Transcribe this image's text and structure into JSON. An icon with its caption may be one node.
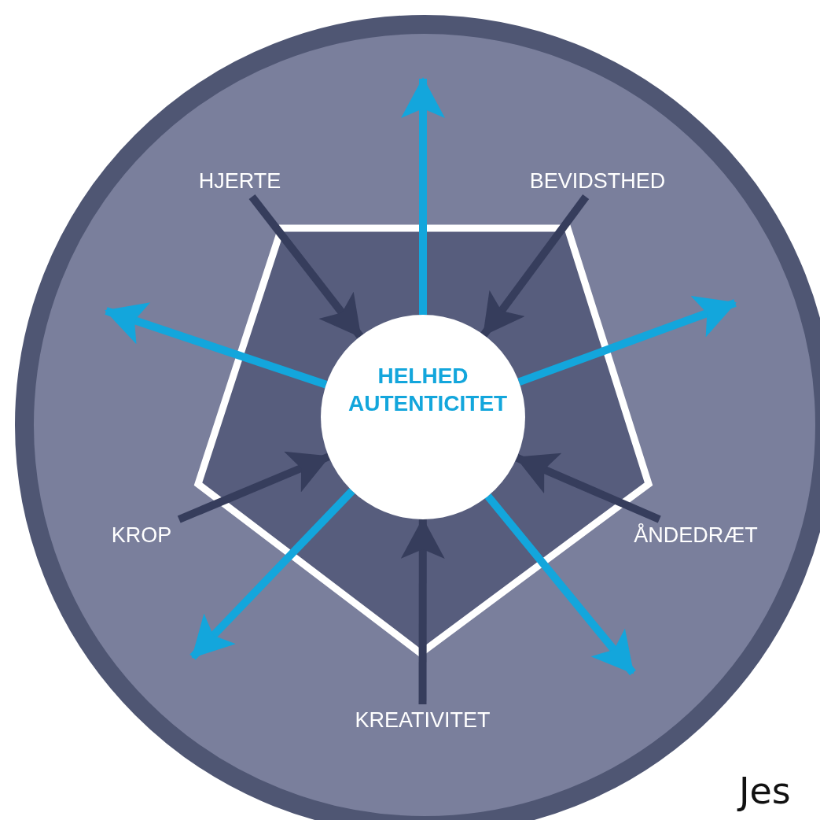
{
  "diagram": {
    "nodes": [
      {
        "text": [
          "HELHED AUTENTICITET"
        ]
      },
      {
        "text": [
          "HJERTE"
        ]
      },
      {
        "text": [
          "BEVIDSTHED"
        ]
      },
      {
        "text": [
          "KROP"
        ]
      },
      {
        "text": [
          "ÅNDEDRÆT"
        ]
      },
      {
        "text": [
          "KREATIVITET"
        ]
      }
    ],
    "edges": [
      {
        "from": 1,
        "to": 0,
        "arrow": "to",
        "color": "#363d5c"
      },
      {
        "from": 2,
        "to": 0,
        "arrow": "to",
        "color": "#363d5c"
      },
      {
        "from": 3,
        "to": 0,
        "arrow": "to",
        "color": "#363d5c"
      },
      {
        "from": 4,
        "to": 0,
        "arrow": "to",
        "color": "#363d5c"
      },
      {
        "from": 5,
        "to": 0,
        "arrow": "to",
        "color": "#363d5c"
      },
      {
        "from": 0,
        "to": null,
        "arrow": "to",
        "color": "#13a6dc"
      },
      {
        "from": 0,
        "to": null,
        "arrow": "to",
        "color": "#13a6dc"
      },
      {
        "from": 0,
        "to": null,
        "arrow": "to",
        "color": "#13a6dc"
      },
      {
        "from": 0,
        "to": null,
        "arrow": "to",
        "color": "#13a6dc"
      },
      {
        "from": 0,
        "to": null,
        "arrow": "to",
        "color": "#13a6dc"
      }
    ],
    "labels": [
      "Jes"
    ]
  }
}
